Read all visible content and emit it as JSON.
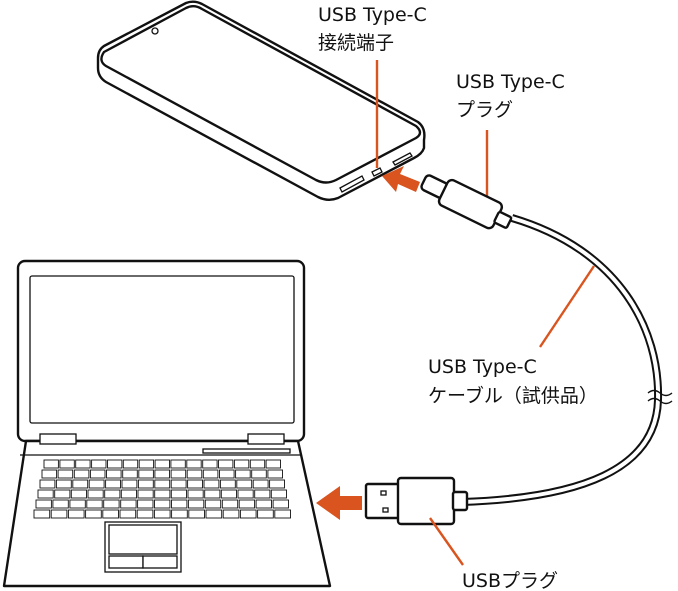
{
  "colors": {
    "accent": "#d9541e",
    "line": "#111111"
  },
  "labels": {
    "phone_port": {
      "line1": "USB Type-C",
      "line2": "接続端子"
    },
    "typec_plug": {
      "line1": "USB Type-C",
      "line2": "プラグ"
    },
    "cable": {
      "line1": "USB Type-C",
      "line2": "ケーブル（試供品）"
    },
    "usb_plug": {
      "line1": "USBプラグ"
    }
  }
}
